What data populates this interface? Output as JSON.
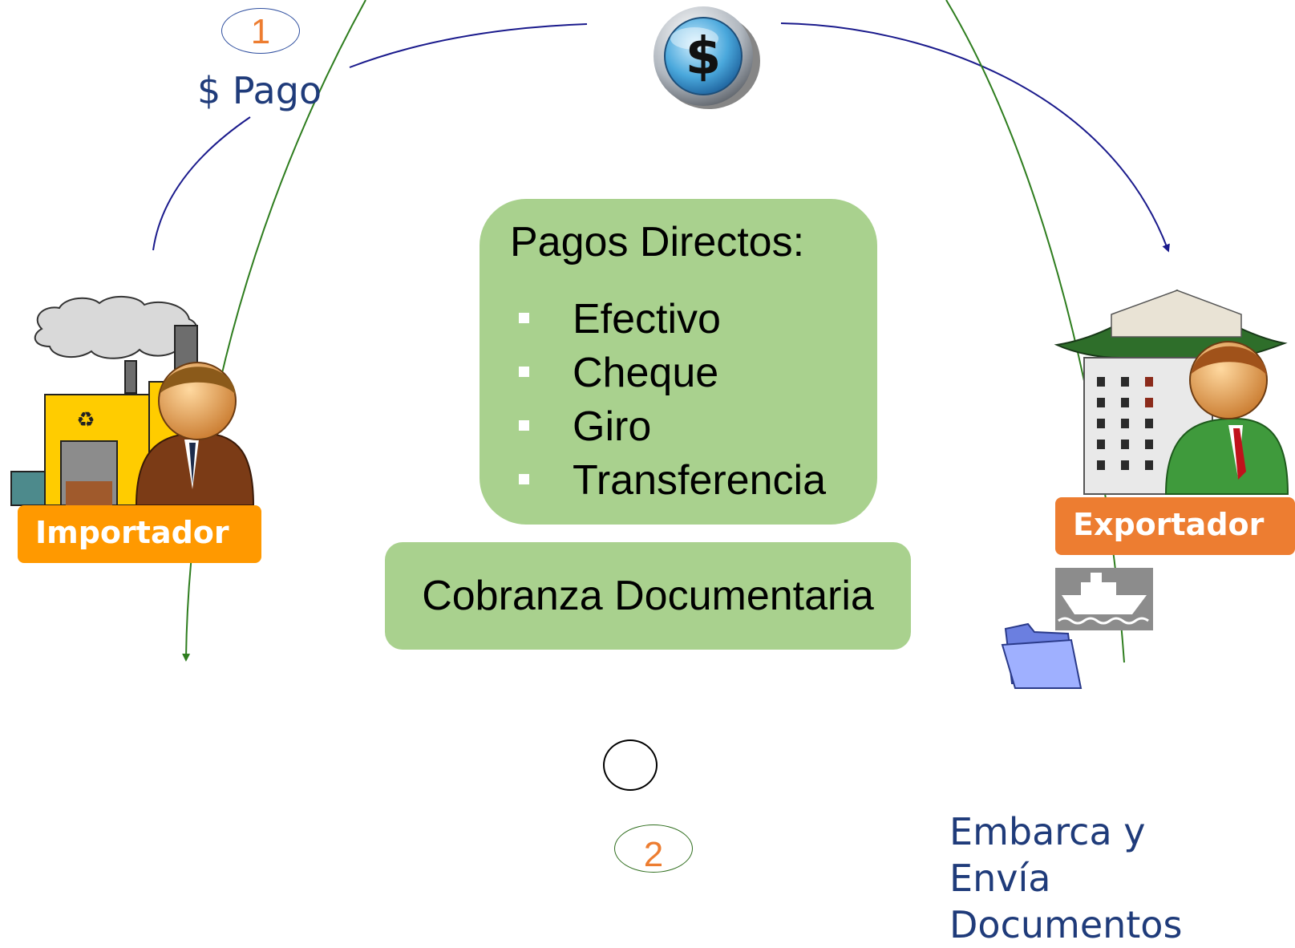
{
  "step1": {
    "number": "1",
    "label": "$ Pago"
  },
  "step2": {
    "number": "2",
    "label": "Embarca y Envía Documentos"
  },
  "payment_icon": {
    "symbol": "$",
    "icon": "dollar-coin-icon"
  },
  "direct_payments": {
    "title": "Pagos Directos:",
    "items": [
      "Efectivo",
      "Cheque",
      "Giro",
      "Transferencia"
    ]
  },
  "documentary_collection": {
    "label": "Cobranza Documentaria"
  },
  "importer": {
    "label": "Importador",
    "icon": "factory-businessman-icon"
  },
  "exporter": {
    "label": "Exportador",
    "icon": "building-businessman-icon"
  },
  "shipping": {
    "ship_icon": "cargo-ship-icon",
    "folder_icon": "folder-icon"
  },
  "colors": {
    "payment_arrow": "#1a1a8c",
    "documents_arrow": "#2e7d1e",
    "box_fill": "#a9d18e",
    "importer_tag": "#ff9900",
    "exporter_tag": "#ed7d31",
    "label_text": "#1f3b7a",
    "badge_number": "#ed7d31"
  }
}
